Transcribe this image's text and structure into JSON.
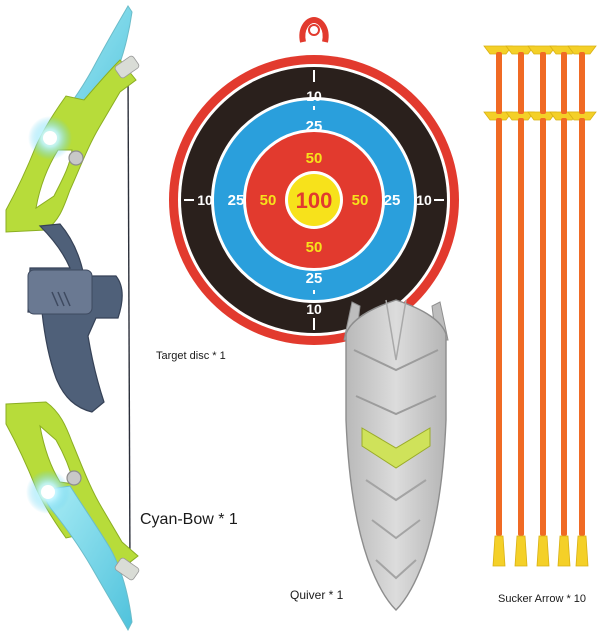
{
  "products": [
    {
      "label": "Cyan-Bow * 1"
    },
    {
      "label": "Target disc * 1"
    },
    {
      "label": "Quiver * 1"
    },
    {
      "label": "Sucker Arrow * 10"
    }
  ],
  "target": {
    "top_outer": "10",
    "top_mid": "25",
    "top_inner": "50",
    "center": "100",
    "bottom_inner": "50",
    "bottom_mid": "25",
    "bottom_outer": "10",
    "left_outer": "10",
    "left_mid": "25",
    "left_inner": "50",
    "right_inner": "50",
    "right_mid": "25",
    "right_outer": "10"
  },
  "colors": {
    "bow_green": "#b7dc3a",
    "bow_cyan": "#7fd6e6",
    "bow_grip": "#4f6079",
    "target_red": "#e23a2e",
    "target_black": "#2a201c",
    "target_blue": "#2a9fdc",
    "target_yellow": "#f7e21b",
    "quiver_gray": "#c9c9c9",
    "quiver_accent": "#cfe25a",
    "arrow_orange": "#f06a24",
    "arrow_cup": "#f4d028"
  }
}
